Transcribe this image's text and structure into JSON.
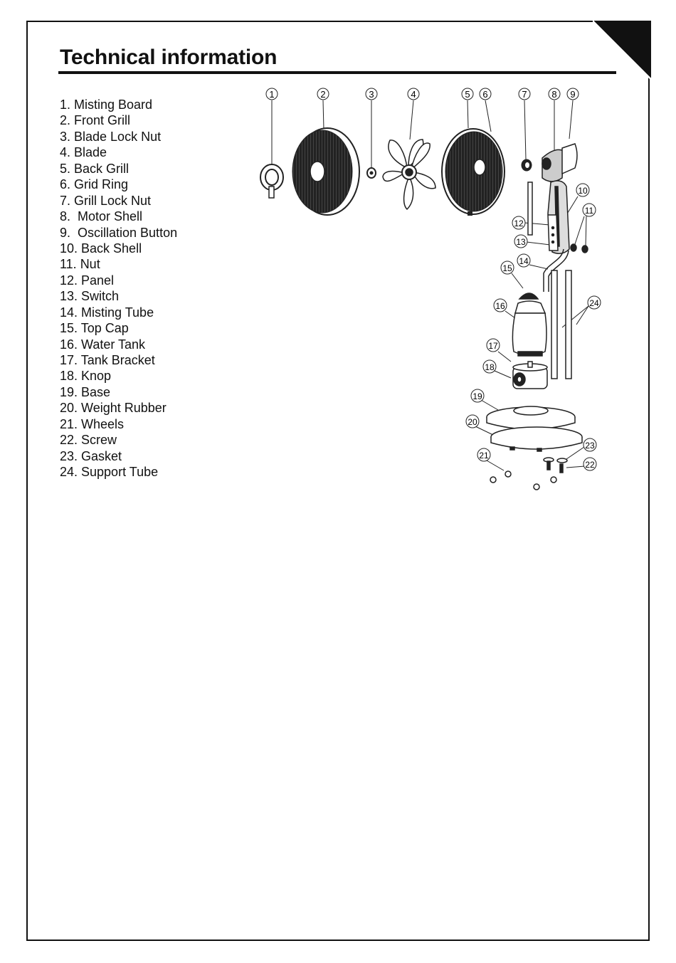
{
  "page": {
    "title": "Technical information"
  },
  "parts": [
    "1. Misting Board",
    "2. Front Grill",
    "3. Blade Lock Nut",
    "4. Blade",
    "5. Back Grill",
    "6. Grid Ring",
    "7. Grill Lock Nut",
    "8.  Motor Shell",
    "9.  Oscillation Button",
    "10. Back Shell",
    "11. Nut",
    "12. Panel",
    "13. Switch",
    "14. Misting Tube",
    "15. Top Cap",
    "16. Water Tank",
    "17. Tank Bracket",
    "18. Knop",
    "19. Base",
    "20. Weight Rubber",
    "21. Wheels",
    "22. Screw",
    "23. Gasket",
    "24. Support Tube"
  ],
  "callouts": {
    "c1": "1",
    "c2": "2",
    "c3": "3",
    "c4": "4",
    "c5": "5",
    "c6": "6",
    "c7": "7",
    "c8": "8",
    "c9": "9",
    "c10": "10",
    "c11": "11",
    "c12": "12",
    "c13": "13",
    "c14": "14",
    "c15": "15",
    "c16": "16",
    "c17": "17",
    "c18": "18",
    "c19": "19",
    "c20": "20",
    "c21": "21",
    "c22": "22",
    "c23": "23",
    "c24": "24"
  }
}
